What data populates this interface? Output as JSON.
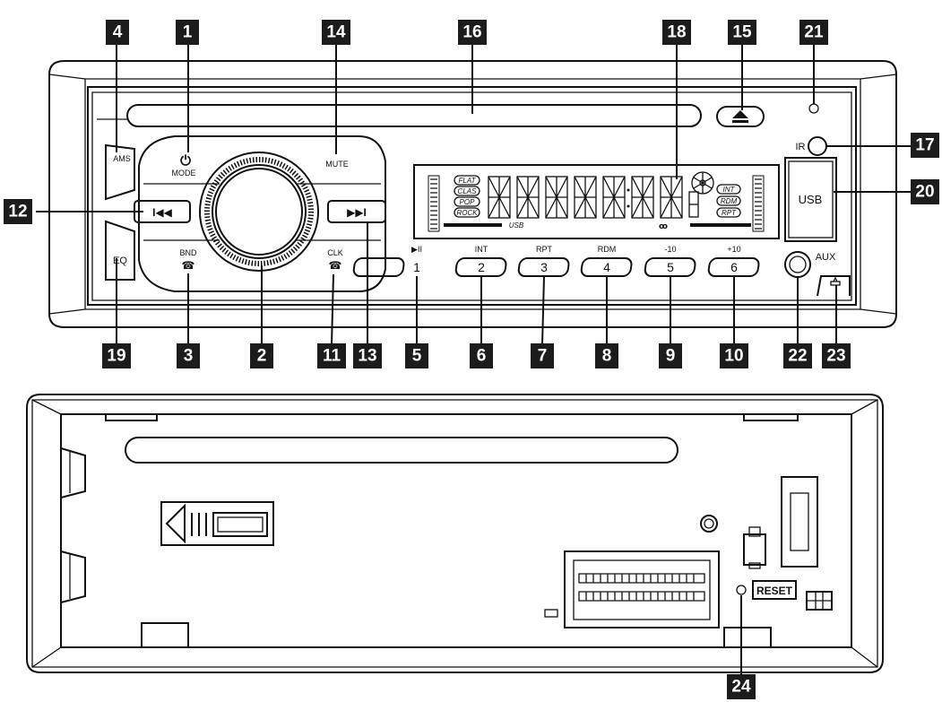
{
  "front_panel": {
    "buttons": {
      "mode": "MODE",
      "mute": "MUTE",
      "ams": "AMS",
      "eq": "EQ",
      "bnd": "BND",
      "clk": "CLK",
      "ir": "IR",
      "usb": "USB",
      "aux": "AUX"
    },
    "preset_keys": [
      {
        "number": "1",
        "label": "▶II"
      },
      {
        "number": "2",
        "label": "INT"
      },
      {
        "number": "3",
        "label": "RPT"
      },
      {
        "number": "4",
        "label": "RDM"
      },
      {
        "number": "5",
        "label": "-10"
      },
      {
        "number": "6",
        "label": "+10"
      }
    ],
    "lcd": {
      "eq_modes": [
        "FLAT",
        "CLAS",
        "POP",
        "ROCK"
      ],
      "modes_right": [
        "INT",
        "RDM",
        "RPT"
      ],
      "usb_tag": "USB"
    }
  },
  "back_panel": {
    "reset_label": "RESET"
  },
  "callouts": {
    "c1": "1",
    "c2": "2",
    "c3": "3",
    "c4": "4",
    "c5": "5",
    "c6": "6",
    "c7": "7",
    "c8": "8",
    "c9": "9",
    "c10": "10",
    "c11": "11",
    "c12": "12",
    "c13": "13",
    "c14": "14",
    "c15": "15",
    "c16": "16",
    "c17": "17",
    "c18": "18",
    "c19": "19",
    "c20": "20",
    "c21": "21",
    "c22": "22",
    "c23": "23",
    "c24": "24"
  }
}
